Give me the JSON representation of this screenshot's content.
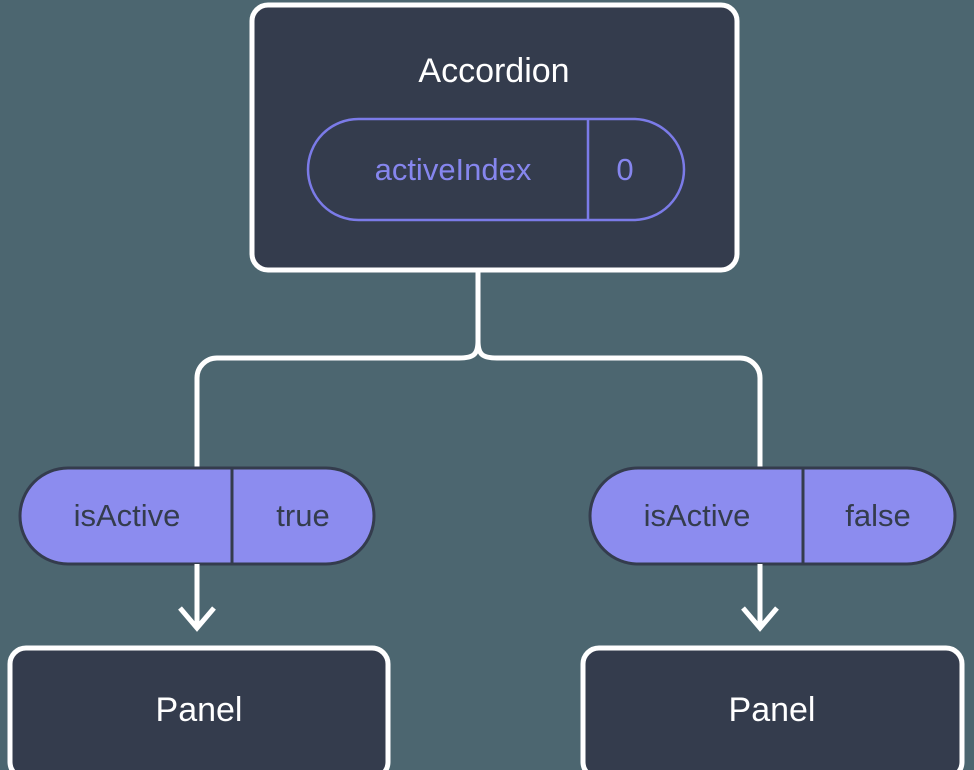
{
  "diagram": {
    "background_color": "#4c6670",
    "root": {
      "title": "Accordion",
      "prop": {
        "name": "activeIndex",
        "value": "0"
      },
      "box_fill": "#343c4d",
      "box_border": "#ffffff",
      "prop_color": "#8686ee"
    },
    "branches": [
      {
        "side": "left",
        "prop": {
          "name": "isActive",
          "value": "true"
        },
        "pill_fill": "#8c8cef",
        "pill_border": "#343c4d",
        "child": {
          "title": "Panel",
          "box_fill": "#343c4d",
          "box_border": "#ffffff"
        }
      },
      {
        "side": "right",
        "prop": {
          "name": "isActive",
          "value": "false"
        },
        "pill_fill": "#8c8cef",
        "pill_border": "#343c4d",
        "child": {
          "title": "Panel",
          "box_fill": "#343c4d",
          "box_border": "#ffffff"
        }
      }
    ],
    "connectors": {
      "trunk_icon": "vertical-line",
      "junction_icon": "brace-junction",
      "arrow_icon": "arrow-down-icon"
    }
  }
}
